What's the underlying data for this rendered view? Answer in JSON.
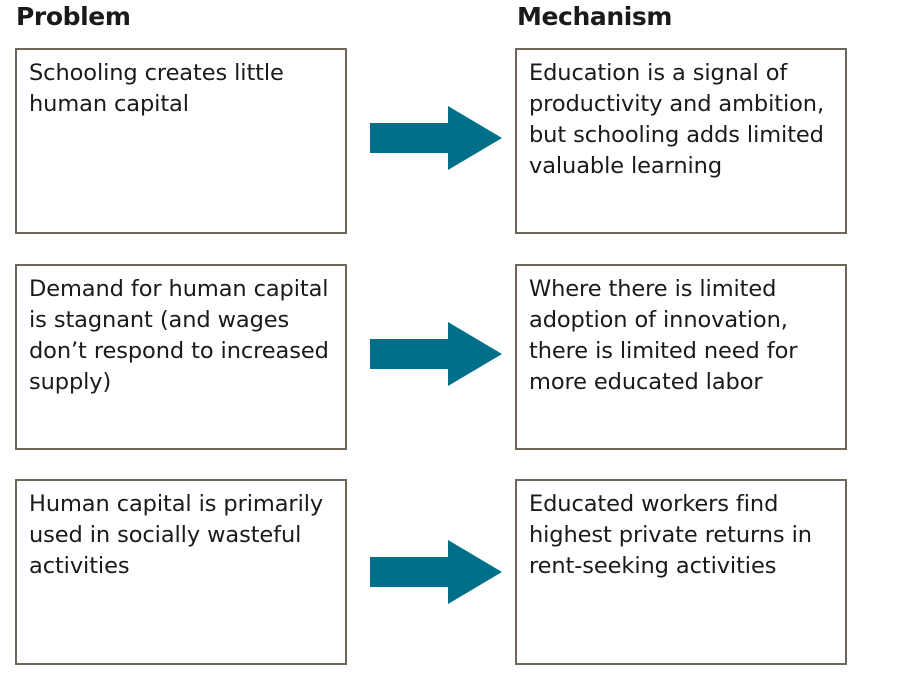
{
  "headers": {
    "problem": "Problem",
    "mechanism": "Mechanism"
  },
  "rows": [
    {
      "problem": "Schooling creates little human capital",
      "mechanism": "Education is a signal of productivity and ambition, but schooling adds limited valuable learning"
    },
    {
      "problem": "Demand for human capital is stagnant (and wages don’t respond to increased supply)",
      "mechanism": "Where there is limited adoption of innovation, there is limited need for more educated labor"
    },
    {
      "problem": "Human capital is primarily used in socially wasteful activities",
      "mechanism": "Educated workers find highest private returns in rent-seeking activities"
    }
  ],
  "colors": {
    "arrow": "#00708a",
    "box_border": "#6e6658",
    "text": "#1a1a1a"
  },
  "icons": {
    "arrow": "right-arrow-icon"
  }
}
